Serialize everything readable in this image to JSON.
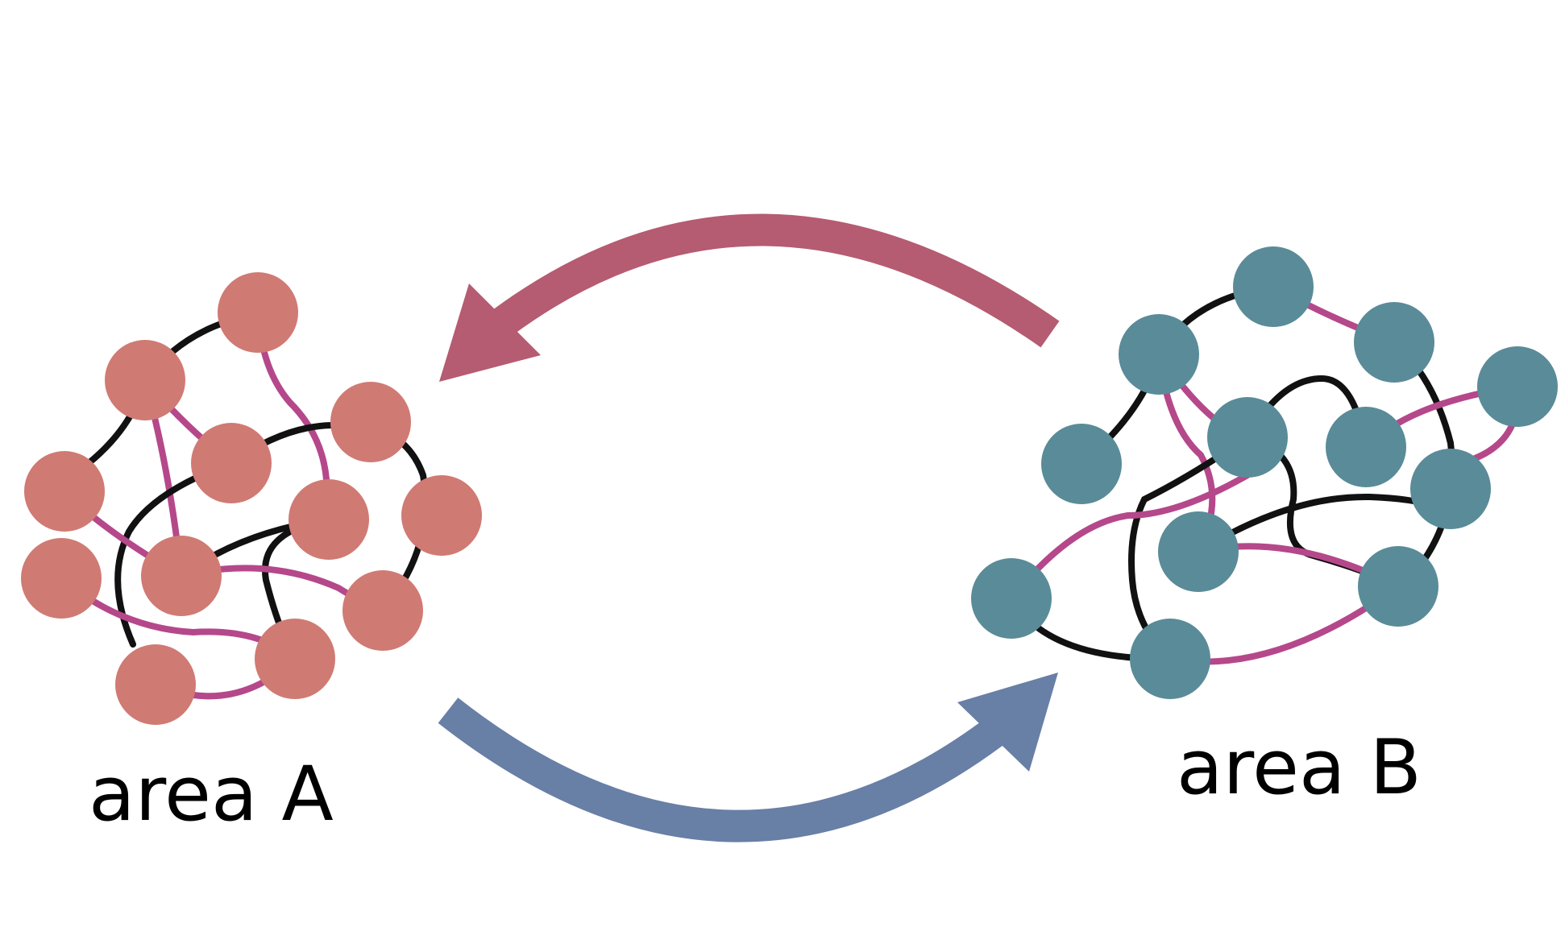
{
  "diagram": {
    "areas": [
      {
        "id": "A",
        "label": "area A",
        "node_color": "#d07a74"
      },
      {
        "id": "B",
        "label": "area B",
        "node_color": "#5a8b98"
      }
    ],
    "arrows": [
      {
        "from": "B",
        "to": "A",
        "color": "#b55b72"
      },
      {
        "from": "A",
        "to": "B",
        "color": "#687fa6"
      }
    ],
    "link_colors": {
      "black": "#111111",
      "magenta": "#b5488a"
    }
  }
}
